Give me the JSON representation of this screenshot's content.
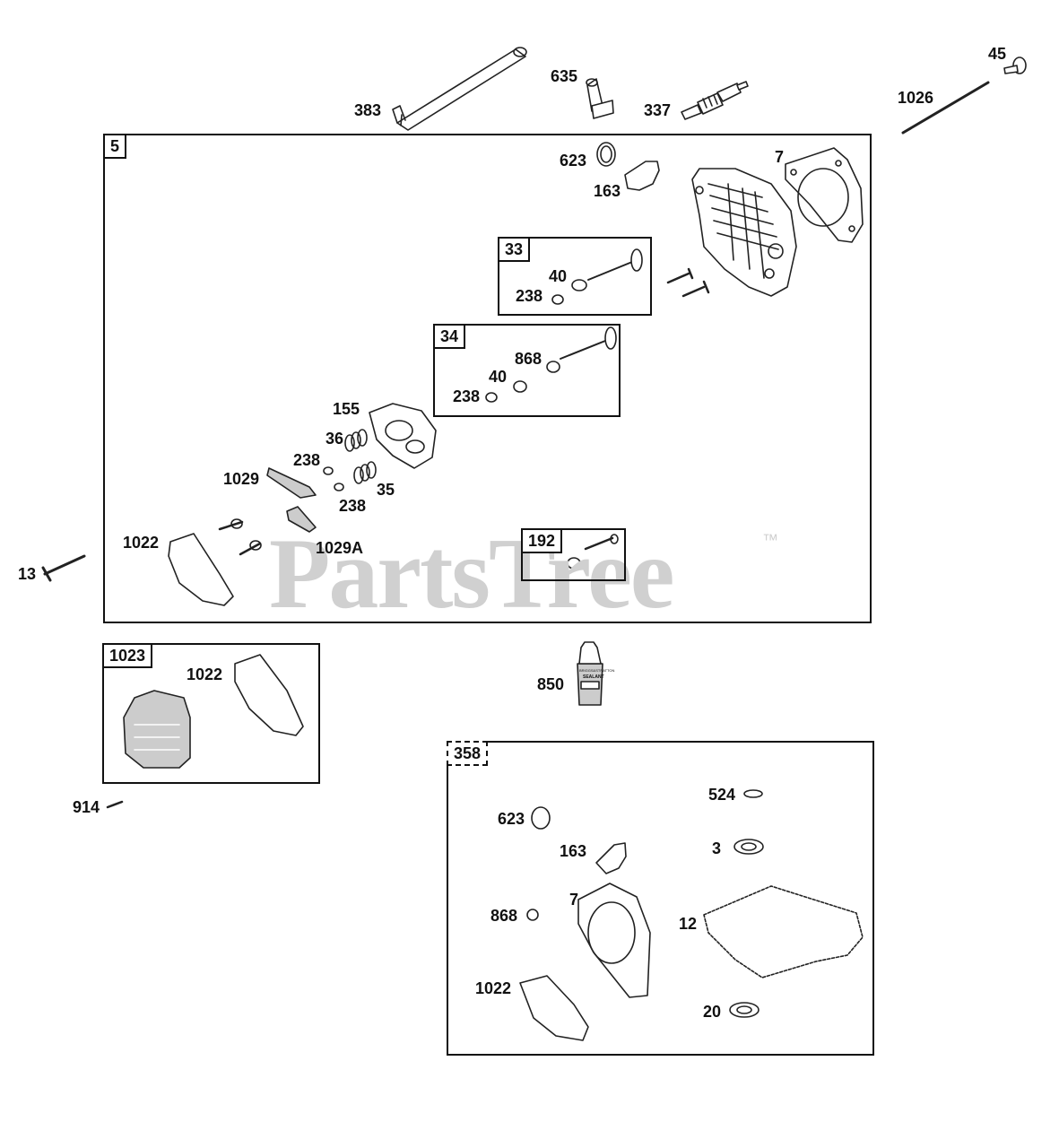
{
  "watermark": {
    "text": "PartsTree",
    "tm": "™"
  },
  "boxes": [
    {
      "tag": "5"
    },
    {
      "tag": "33"
    },
    {
      "tag": "34"
    },
    {
      "tag": "192"
    },
    {
      "tag": "1023"
    },
    {
      "tag": "358"
    }
  ],
  "callouts": [
    "383",
    "635",
    "337",
    "45",
    "1026",
    "623",
    "163",
    "7",
    "40",
    "238",
    "868",
    "40",
    "238",
    "155",
    "36",
    "238",
    "35",
    "238",
    "1029",
    "1029A",
    "1022",
    "13",
    "850",
    "1022",
    "914",
    "524",
    "623",
    "163",
    "3",
    "7",
    "868",
    "12",
    "1022",
    "20"
  ],
  "tube_label": {
    "line1": "BRIGGS&STRATTON",
    "line2": "SEALANT"
  }
}
